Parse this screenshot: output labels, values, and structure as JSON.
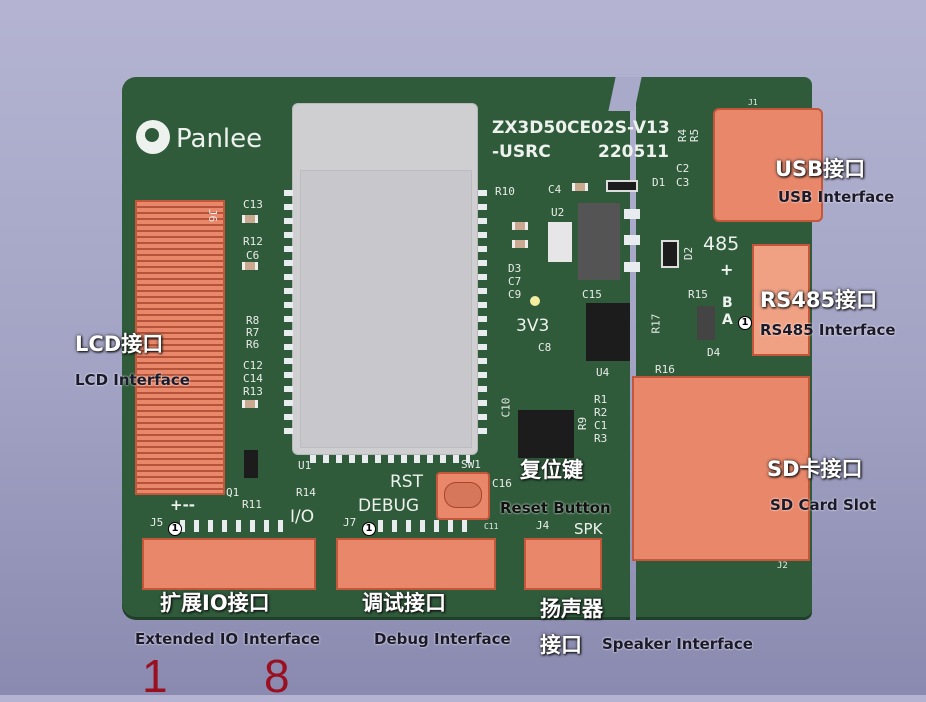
{
  "board": {
    "logo": "Panlee",
    "model": "ZX3D50CE02S-V13",
    "model_suffix": "-USRC",
    "date": "220511",
    "silkscreen": {
      "rst": "RST",
      "debug": "DEBUG",
      "io": "I/O",
      "pm": "+--",
      "spk": "SPK",
      "v33": "3V3",
      "rs485": "485",
      "plus": "+",
      "b": "B",
      "a": "A",
      "j5": "J5",
      "j7": "J7",
      "j4": "J4",
      "j2": "J2",
      "j6": "J6",
      "j1": "J1",
      "u1": "U1",
      "u2": "U2",
      "u4": "U4",
      "sw1": "SW1",
      "q1": "Q1",
      "r14": "R14",
      "r11": "R11",
      "r10": "R10",
      "r4": "R4",
      "r5": "R5",
      "r15": "R15",
      "r16": "R16",
      "r17": "R17",
      "r1": "R1",
      "r2": "R2",
      "r9": "R9",
      "r3": "R3",
      "r12": "R12",
      "r8": "R8",
      "r7": "R7",
      "r6": "R6",
      "r13": "R13",
      "c13": "C13",
      "c6": "C6",
      "c12": "C12",
      "c14": "C14",
      "c4": "C4",
      "c2": "C2",
      "c3": "C3",
      "c7": "C7",
      "c9": "C9",
      "c8": "C8",
      "c15": "C15",
      "c10": "C10",
      "c16": "C16",
      "c1": "C1",
      "c11": "C11",
      "d1": "D1",
      "d2": "D2",
      "d3": "D3",
      "d4": "D4"
    },
    "pin1": "1"
  },
  "annotations": {
    "usb_cn": "USB接口",
    "usb_en": "USB Interface",
    "rs485_cn": "RS485接口",
    "rs485_en": "RS485 Interface",
    "lcd_cn": "LCD接口",
    "lcd_en": "LCD Interface",
    "sd_cn": "SD卡接口",
    "sd_en": "SD Card Slot",
    "reset_cn": "复位键",
    "reset_en": "Reset Button",
    "io_cn": "扩展IO接口",
    "io_en": "Extended IO Interface",
    "debug_cn": "调试接口",
    "debug_en": "Debug Interface",
    "spk_cn1": "扬声器",
    "spk_cn2": "接口",
    "spk_en": "Speaker Interface",
    "pin_first": "1",
    "pin_last": "8"
  }
}
